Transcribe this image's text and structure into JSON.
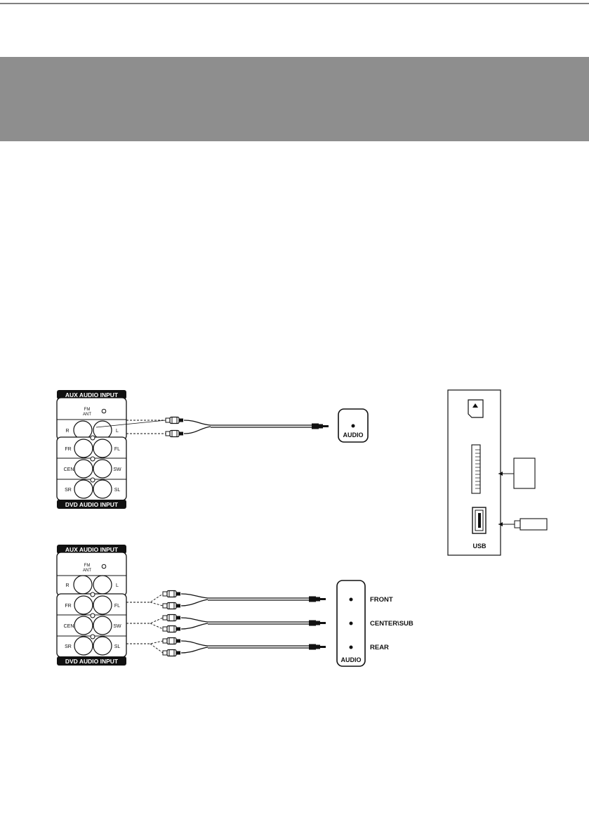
{
  "colors": {
    "header_band": "#8e8e8e",
    "line": "#111111",
    "panel_label_bg": "#111111"
  },
  "panel_top": {
    "title": "AUX AUDIO INPUT",
    "fm_label_1": "FM",
    "fm_label_2": "ANT",
    "r": "R",
    "l": "L",
    "fr": "FR",
    "fl": "FL",
    "cen": "CEN",
    "sw": "SW",
    "sr": "SR",
    "sl": "SL",
    "footer": "DVD AUDIO INPUT"
  },
  "panel_bottom": {
    "title": "AUX AUDIO INPUT",
    "fm_label_1": "FM",
    "fm_label_2": "ANT",
    "r": "R",
    "l": "L",
    "fr": "FR",
    "fl": "FL",
    "cen": "CEN",
    "sw": "SW",
    "sr": "SR",
    "sl": "SL",
    "footer": "DVD AUDIO INPUT"
  },
  "source_top": {
    "label": "AUDIO"
  },
  "source_bottom": {
    "label": "AUDIO",
    "outputs": [
      "FRONT",
      "CENTER\\SUB",
      "REAR"
    ]
  },
  "side_panel": {
    "usb_label": "USB"
  }
}
